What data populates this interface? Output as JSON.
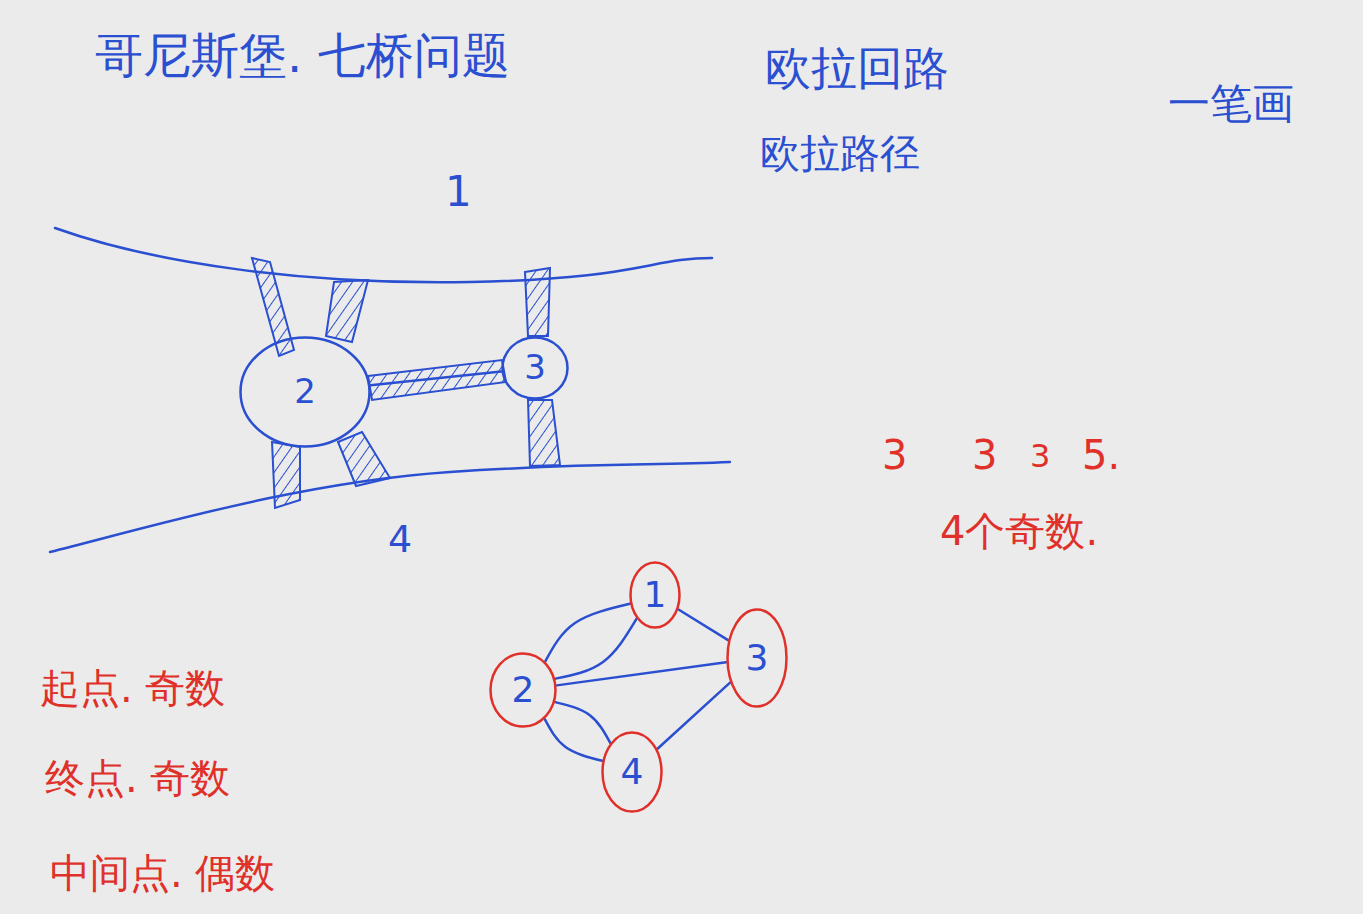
{
  "diagram": {
    "title": "哥尼斯堡. 七桥问题",
    "nodes": [
      {
        "text": [
          "2"
        ]
      },
      {
        "text": [
          "3"
        ]
      },
      {
        "text": [
          "1"
        ]
      },
      {
        "text": [
          "2"
        ]
      },
      {
        "text": [
          "3"
        ]
      },
      {
        "text": [
          "4"
        ]
      }
    ],
    "edges": [
      {
        "from": 0,
        "to": 1,
        "arrow": "none"
      },
      {
        "from": 2,
        "to": 3,
        "arrow": "none"
      },
      {
        "from": 2,
        "to": 3,
        "arrow": "none"
      },
      {
        "from": 2,
        "to": 4,
        "arrow": "none"
      },
      {
        "from": 3,
        "to": 4,
        "arrow": "none"
      },
      {
        "from": 3,
        "to": 5,
        "arrow": "none"
      },
      {
        "from": 3,
        "to": 5,
        "arrow": "none"
      },
      {
        "from": 4,
        "to": 5,
        "arrow": "none"
      }
    ],
    "labels": [
      "欧拉回路",
      "欧拉路径",
      "一笔画",
      "1",
      "4",
      "3",
      "3",
      "3",
      "5.",
      "4个奇数.",
      "起点. 奇数",
      "终点. 奇数",
      "中间点. 偶数"
    ]
  }
}
